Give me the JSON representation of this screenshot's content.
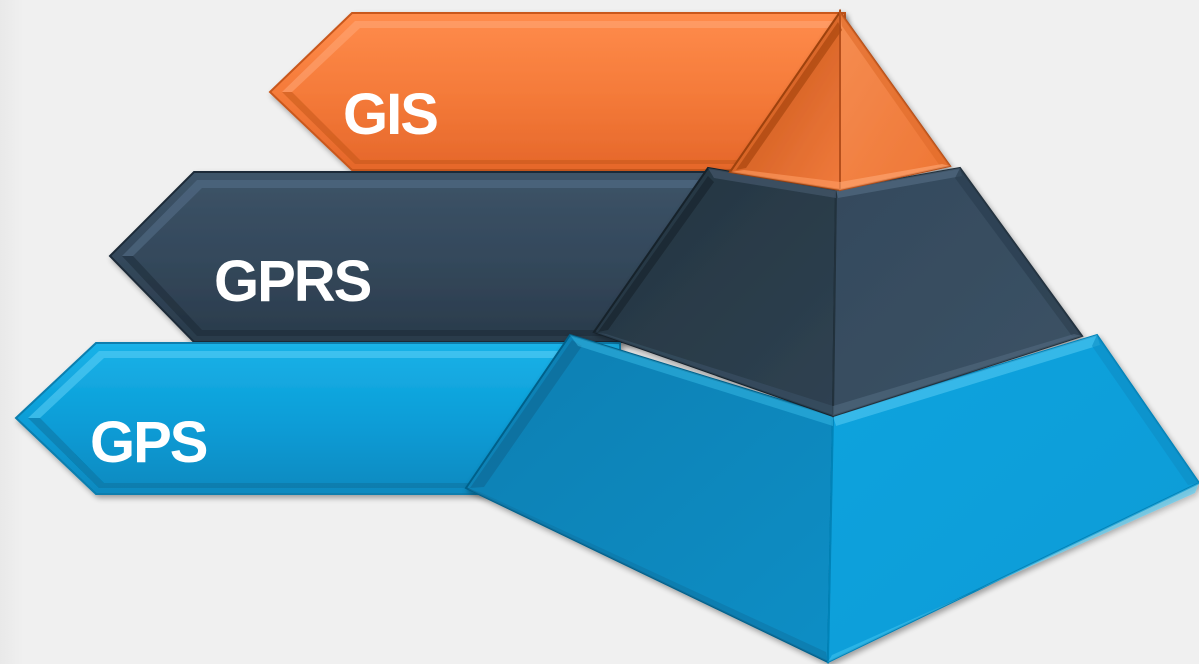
{
  "diagram": {
    "type": "pyramid-with-arrows",
    "layers": [
      {
        "label": "GIS",
        "color": "#f07a3c",
        "level": "top"
      },
      {
        "label": "GPRS",
        "color": "#364a5c",
        "level": "middle"
      },
      {
        "label": "GPS",
        "color": "#0aa0d6",
        "level": "bottom"
      }
    ]
  }
}
